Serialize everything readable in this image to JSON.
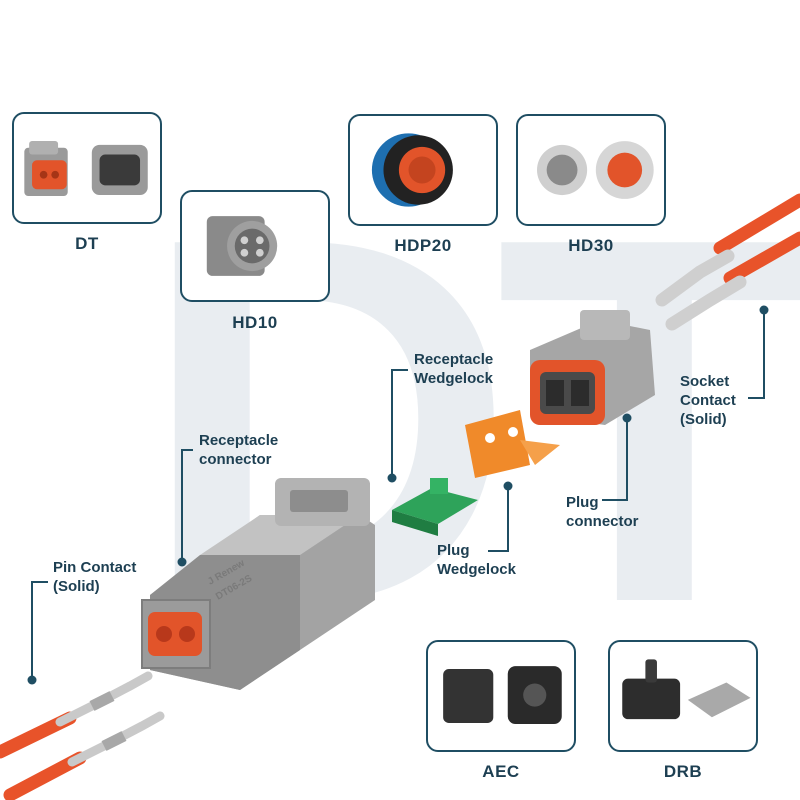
{
  "colors": {
    "accent_navy": "#1f4e63",
    "label_text": "#1d3f52",
    "watermark": "#e9edf1",
    "housing_gray": "#9c9c9c",
    "seal_orange": "#e2542a",
    "wedgelock_orange": "#f08a2a",
    "wedgelock_green": "#2ea35a",
    "wire_orange": "#e8532a",
    "contact_silver": "#c9c9c9"
  },
  "watermark": {
    "text": "DT"
  },
  "thumbnails": [
    {
      "id": "dt",
      "label": "DT"
    },
    {
      "id": "hd10",
      "label": "HD10"
    },
    {
      "id": "hdp20",
      "label": "HDP20"
    },
    {
      "id": "hd30",
      "label": "HD30"
    },
    {
      "id": "aec",
      "label": "AEC"
    },
    {
      "id": "drb",
      "label": "DRB"
    }
  ],
  "callouts": {
    "receptacle_wedgelock": {
      "line1": "Receptacle",
      "line2": "Wedgelock"
    },
    "receptacle_connector": {
      "line1": "Receptacle",
      "line2": "connector"
    },
    "pin_contact": {
      "line1": "Pin Contact",
      "line2": "(Solid)"
    },
    "socket_contact": {
      "line1": "Socket",
      "line2": "Contact",
      "line3": "(Solid)"
    },
    "plug_connector": {
      "line1": "Plug",
      "line2": "connector"
    },
    "plug_wedgelock": {
      "line1": "Plug",
      "line2": "Wedgelock"
    }
  },
  "connector_marking": {
    "line1": "J Renew",
    "line2": "DT06-2S"
  }
}
